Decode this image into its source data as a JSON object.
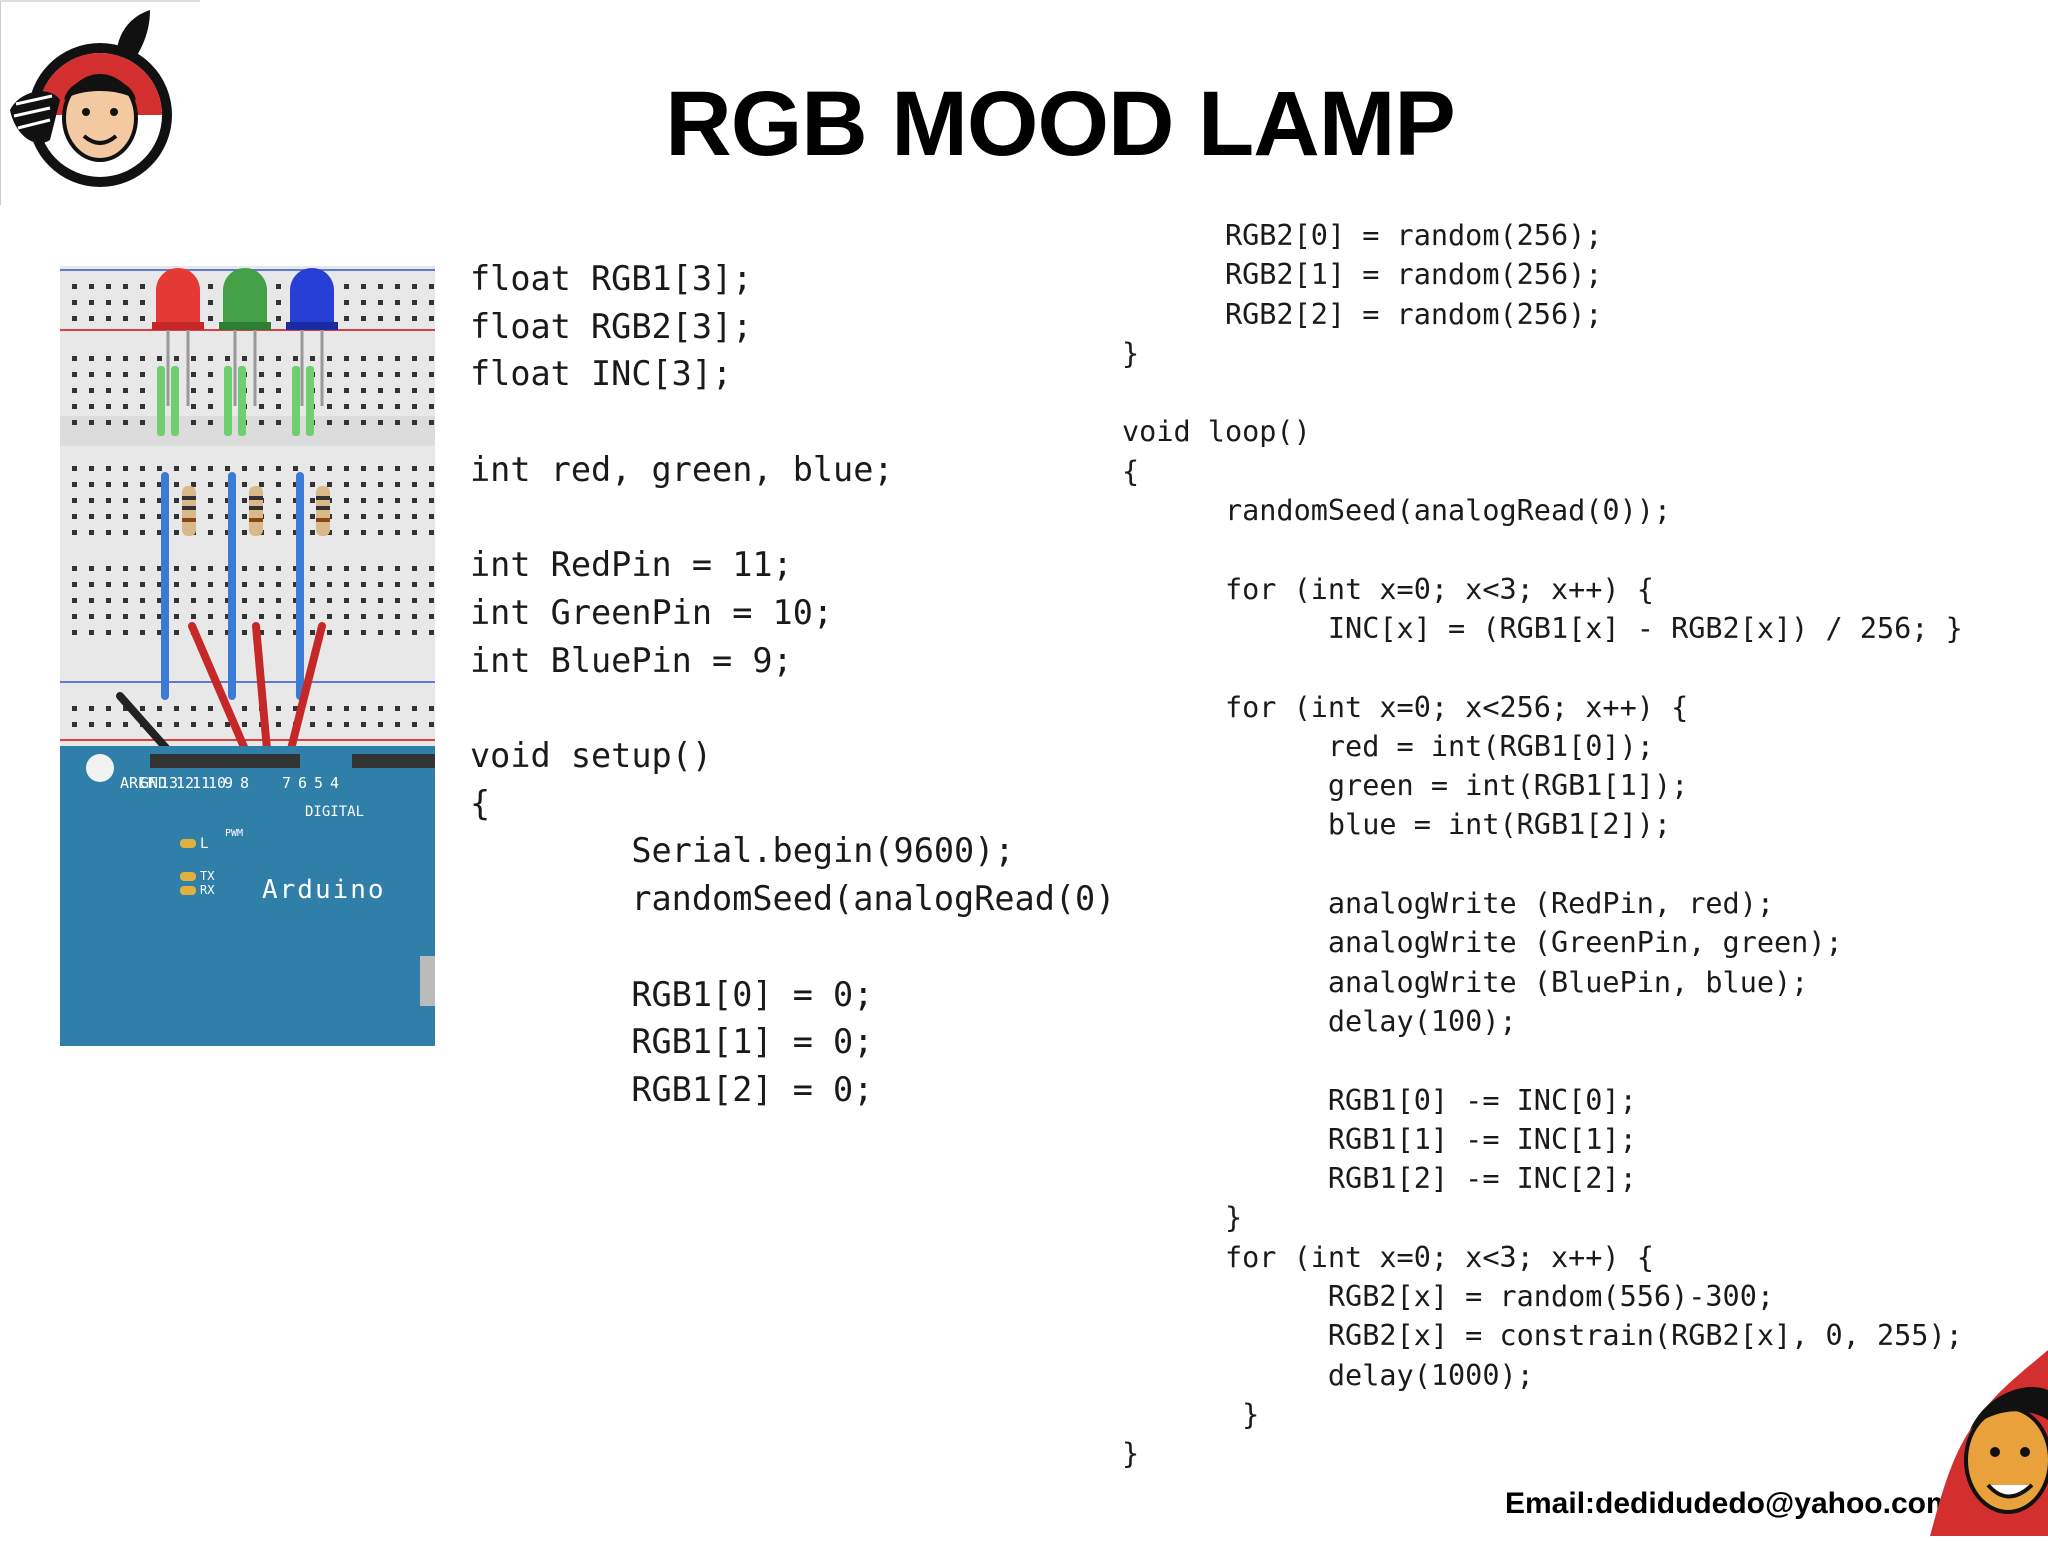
{
  "title": "RGB MOOD LAMP",
  "logo_icon": "caricature-logo-icon",
  "caricature_icon": "caricature-face-icon",
  "circuit_icon": "arduino-breadboard-circuit-icon",
  "circuit": {
    "board_label": "Arduino",
    "header_numbers": [
      "AREF",
      "GND",
      "13",
      "12",
      "11",
      "10",
      "9",
      "8",
      "7",
      "6",
      "5",
      "4"
    ],
    "digital_label": "DIGITAL",
    "pwm_label": "PWM",
    "led_l": "L",
    "led_tx": "TX",
    "led_rx": "RX"
  },
  "colors": {
    "led_red": "#e53935",
    "led_green": "#43a047",
    "led_blue": "#283fd6",
    "board_blue": "#2f7fa8",
    "wire_red": "#c62828",
    "wire_blue": "#3a7bd5"
  },
  "code_left": [
    "float RGB1[3];",
    "float RGB2[3];",
    "float INC[3];",
    "",
    "int red, green, blue;",
    "",
    "int RedPin = 11;",
    "int GreenPin = 10;",
    "int BluePin = 9;",
    "",
    "void setup()",
    "{",
    "        Serial.begin(9600);",
    "        randomSeed(analogRead(0)",
    "",
    "        RGB1[0] = 0;",
    "        RGB1[1] = 0;",
    "        RGB1[2] = 0;"
  ],
  "code_right": [
    "      RGB2[0] = random(256);",
    "      RGB2[1] = random(256);",
    "      RGB2[2] = random(256);",
    "}",
    "",
    "void loop()",
    "{",
    "      randomSeed(analogRead(0));",
    "",
    "      for (int x=0; x<3; x++) {",
    "            INC[x] = (RGB1[x] - RGB2[x]) / 256; }",
    "",
    "      for (int x=0; x<256; x++) {",
    "            red = int(RGB1[0]);",
    "            green = int(RGB1[1]);",
    "            blue = int(RGB1[2]);",
    "",
    "            analogWrite (RedPin, red);",
    "            analogWrite (GreenPin, green);",
    "            analogWrite (BluePin, blue);",
    "            delay(100);",
    "",
    "            RGB1[0] -= INC[0];",
    "            RGB1[1] -= INC[1];",
    "            RGB1[2] -= INC[2];",
    "      }",
    "      for (int x=0; x<3; x++) {",
    "            RGB2[x] = random(556)-300;",
    "            RGB2[x] = constrain(RGB2[x], 0, 255);",
    "            delay(1000);",
    "       }",
    "}"
  ],
  "email": "Email:dedidudedo@yahoo.com"
}
